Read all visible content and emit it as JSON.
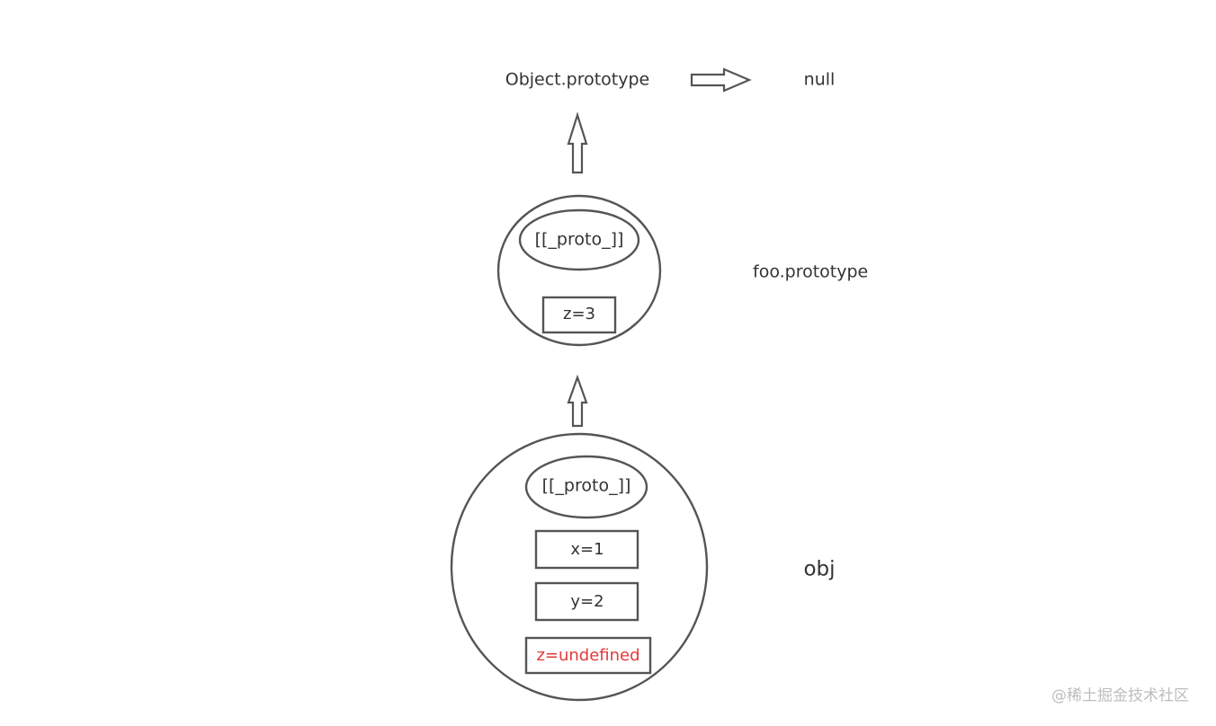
{
  "diagram": {
    "nodes": {
      "object_prototype": "Object.prototype",
      "null": "null",
      "foo_prototype": "foo.prototype",
      "foo_proto_slot": "[[_proto_]]",
      "foo_z": "z=3",
      "obj": "obj",
      "obj_proto_slot": "[[_proto_]]",
      "obj_x": "x=1",
      "obj_y": "y=2",
      "obj_z": "z=undefined"
    },
    "colors": {
      "stroke": "#555555",
      "text": "#333333",
      "highlight": "#e23a3a",
      "watermark": "#bdbdbd"
    }
  },
  "watermark": "@稀土掘金技术社区"
}
